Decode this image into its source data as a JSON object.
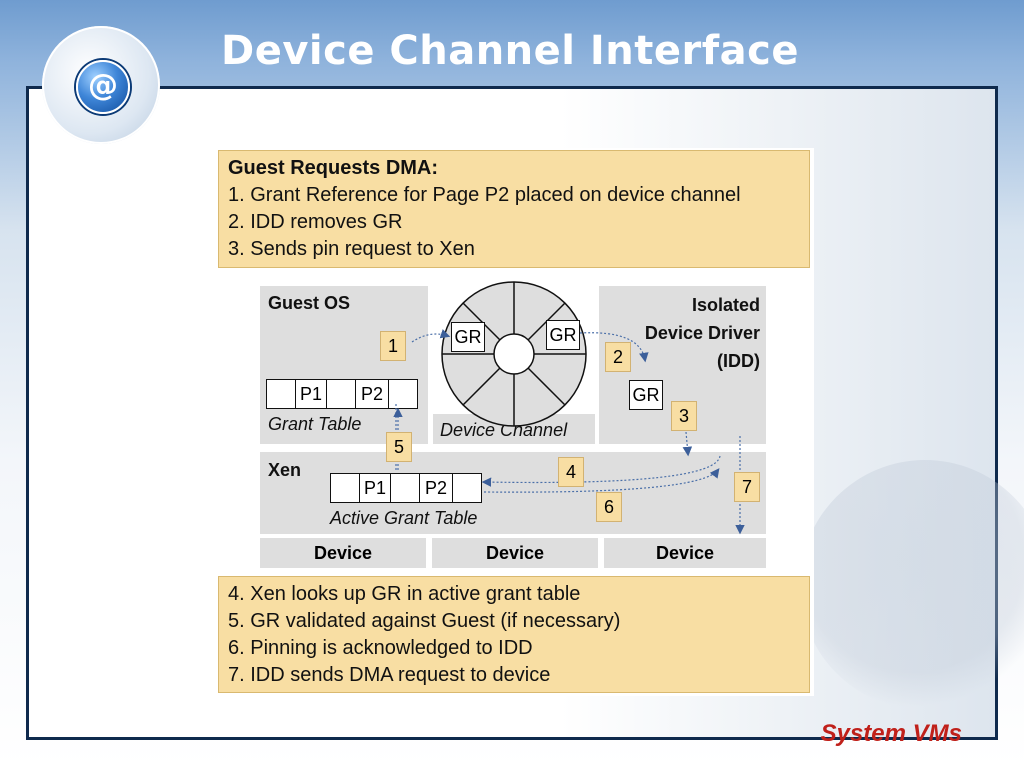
{
  "slide": {
    "title": "Device Channel Interface",
    "footer": "System VMs",
    "logo_symbol": "@",
    "logo_icon": "at-sign-icon"
  },
  "diagram": {
    "top_note": {
      "heading": "Guest Requests DMA:",
      "items": [
        "1. Grant Reference for Page P2 placed on device channel",
        "2. IDD removes GR",
        "3. Sends pin request to Xen"
      ]
    },
    "guest_os": {
      "label": "Guest OS",
      "cells": [
        "",
        "P1",
        "",
        "P2",
        ""
      ],
      "table_label": "Grant Table"
    },
    "device_channel": {
      "label": "Device Channel",
      "gr_left": "GR",
      "gr_right": "GR"
    },
    "idd": {
      "label_lines": [
        "Isolated",
        "Device Driver",
        "(IDD)"
      ],
      "gr": "GR"
    },
    "xen": {
      "label": "Xen",
      "cells": [
        "",
        "P1",
        "",
        "P2",
        ""
      ],
      "table_label": "Active Grant Table"
    },
    "devices": [
      "Device",
      "Device",
      "Device"
    ],
    "steps": [
      "1",
      "2",
      "3",
      "4",
      "5",
      "6",
      "7"
    ],
    "bottom_note": {
      "items": [
        "4. Xen looks up GR in active grant table",
        "5. GR validated against Guest (if necessary)",
        "6. Pinning is acknowledged to IDD",
        "7. IDD sends DMA request to device"
      ]
    }
  }
}
